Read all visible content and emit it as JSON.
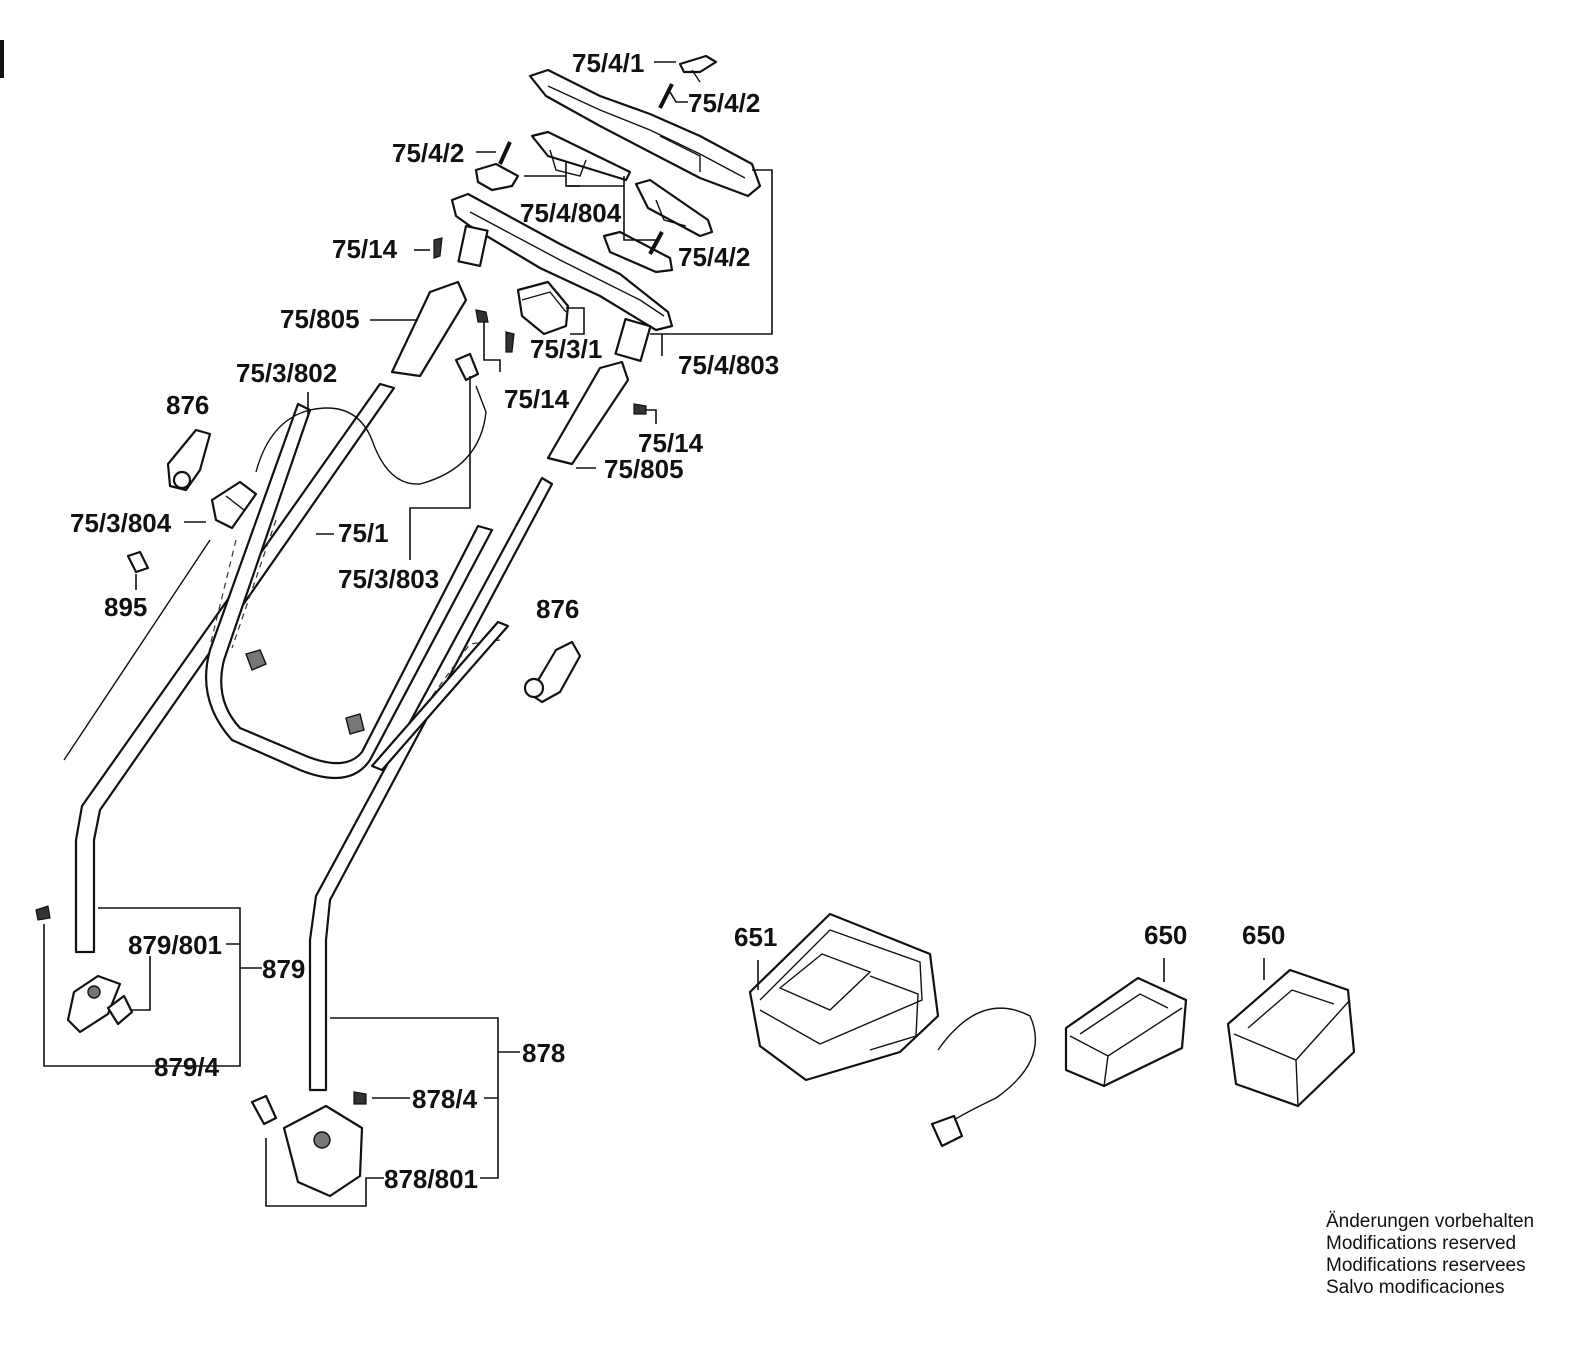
{
  "labels": {
    "p_75_4_1": "75/4/1",
    "p_75_4_2_a": "75/4/2",
    "p_75_4_2_b": "75/4/2",
    "p_75_4_2_c": "75/4/2",
    "p_75_4_804": "75/4/804",
    "p_75_14_a": "75/14",
    "p_75_14_b": "75/14",
    "p_75_14_c": "75/14",
    "p_75_805_a": "75/805",
    "p_75_805_b": "75/805",
    "p_75_3_1": "75/3/1",
    "p_75_4_803": "75/4/803",
    "p_75_3_802": "75/3/802",
    "p_876_a": "876",
    "p_876_b": "876",
    "p_75_3_804": "75/3/804",
    "p_75_1": "75/1",
    "p_75_3_803": "75/3/803",
    "p_895": "895",
    "p_879_801": "879/801",
    "p_879": "879",
    "p_879_4": "879/4",
    "p_878": "878",
    "p_878_4": "878/4",
    "p_878_801": "878/801",
    "p_651": "651",
    "p_650_a": "650",
    "p_650_b": "650"
  },
  "notes": [
    "Änderungen vorbehalten",
    "Modifications reserved",
    "Modifications reservees",
    "Salvo modificaciones"
  ]
}
